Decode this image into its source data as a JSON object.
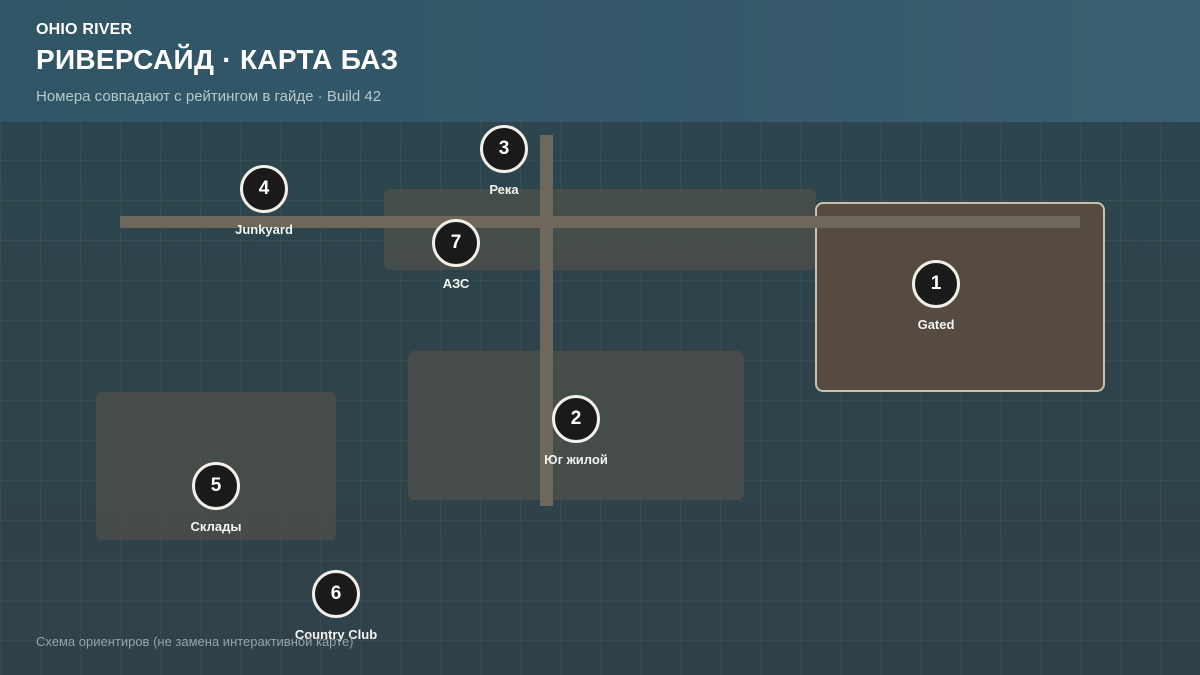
{
  "header": {
    "kicker": "OHIO RIVER",
    "title": "РИВЕРСАЙД · КАРТА БАЗ",
    "subtitle": "Номера совпадают с рейтингом в гайде · Build 42"
  },
  "locations": [
    {
      "number": "1",
      "label": "Gated"
    },
    {
      "number": "2",
      "label": "Юг жилой"
    },
    {
      "number": "3",
      "label": "Река"
    },
    {
      "number": "4",
      "label": "Junkyard"
    },
    {
      "number": "5",
      "label": "Склады"
    },
    {
      "number": "6",
      "label": "Country Club"
    },
    {
      "number": "7",
      "label": "АЗС"
    }
  ],
  "footer": {
    "note": "Схема ориентиров (не замена интерактивной карте)"
  },
  "colors": {
    "header_bg": "#35596a",
    "map_bg": "#2e444a",
    "zone_fill": "#5a5448",
    "highlight_border": "#c9c0ae",
    "road": "#6d685b",
    "pin_fill": "#1a1a1a",
    "pin_border": "#f1efe8"
  }
}
